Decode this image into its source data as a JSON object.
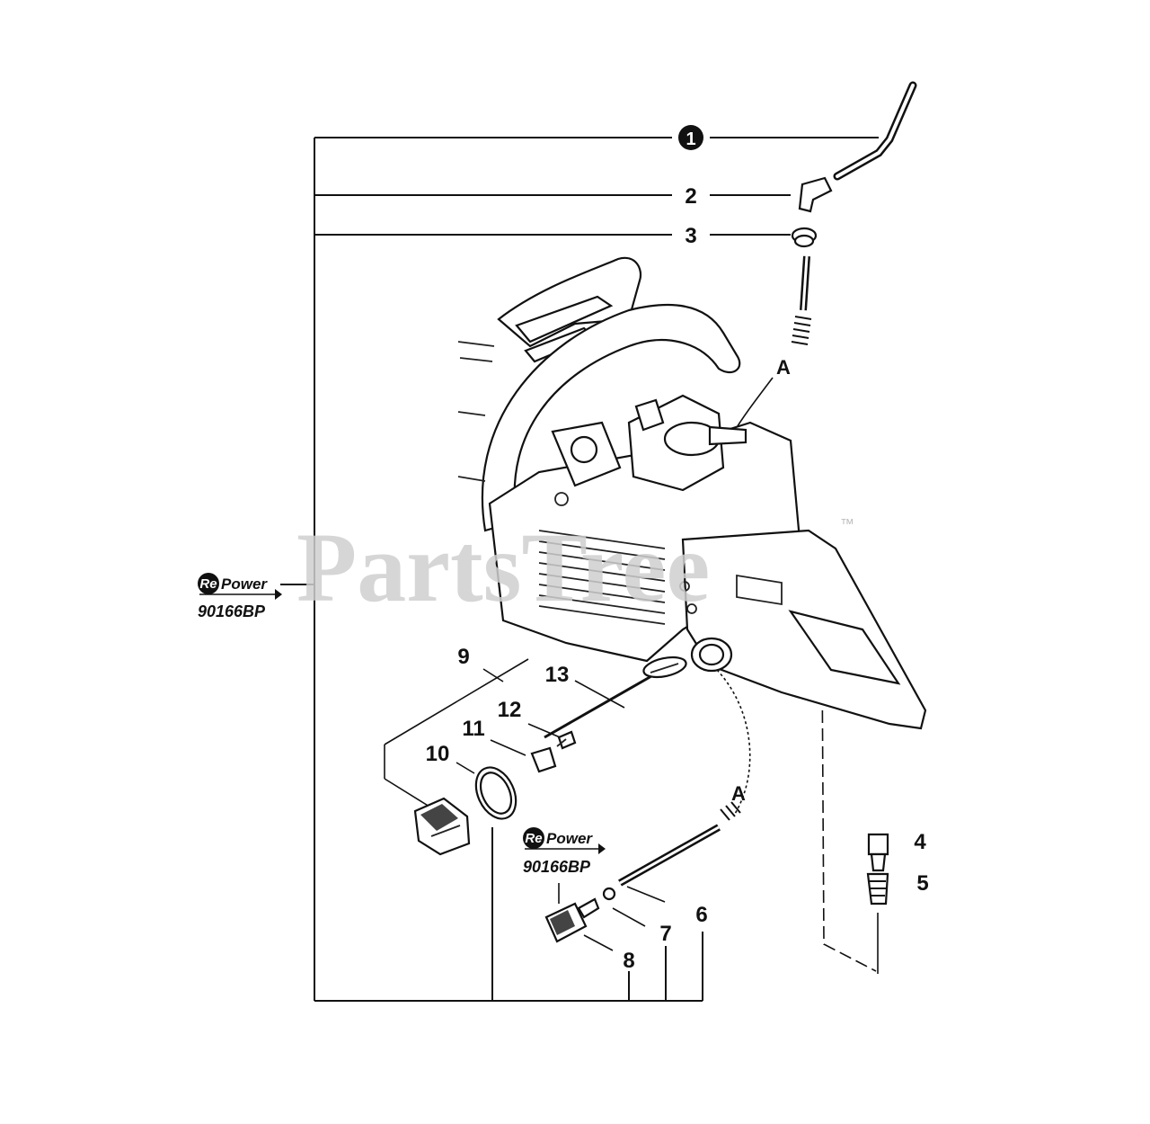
{
  "callouts": {
    "c1": "1",
    "c2": "2",
    "c3": "3",
    "c4": "4",
    "c5": "5",
    "c6": "6",
    "c7": "7",
    "c8": "8",
    "c9": "9",
    "c10": "10",
    "c11": "11",
    "c12": "12",
    "c13": "13"
  },
  "connection_letters": {
    "top": "A",
    "bottom": "A"
  },
  "repower_badges": [
    {
      "badge": "Re",
      "word": "Power",
      "code": "90166BP"
    },
    {
      "badge": "Re",
      "word": "Power",
      "code": "90166BP"
    }
  ],
  "watermark": {
    "text": "PartsTree",
    "tm": "™"
  }
}
